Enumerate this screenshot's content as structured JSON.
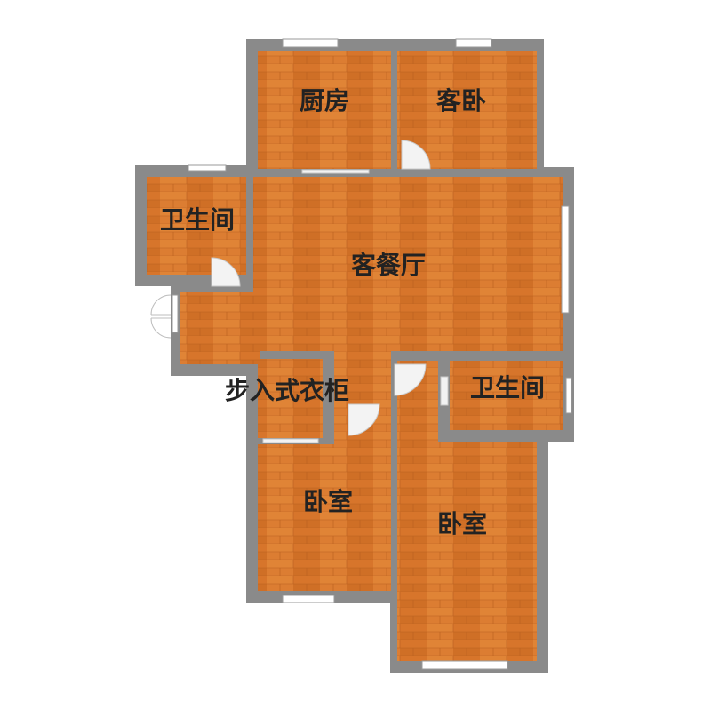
{
  "floorplan": {
    "rooms": [
      {
        "id": "kitchen",
        "label": "厨房"
      },
      {
        "id": "guest-bedroom",
        "label": "客卧"
      },
      {
        "id": "bathroom-left",
        "label": "卫生间"
      },
      {
        "id": "living-dining",
        "label": "客餐厅"
      },
      {
        "id": "walk-in-closet",
        "label": "步入式衣柜"
      },
      {
        "id": "bathroom-right",
        "label": "卫生间"
      },
      {
        "id": "bedroom-left",
        "label": "卧室"
      },
      {
        "id": "bedroom-right",
        "label": "卧室"
      }
    ],
    "colors": {
      "floor_base": "#d9782e",
      "floor_plank_a": "#e08436",
      "floor_plank_b": "#cf6f26",
      "wall": "#8a8a8a",
      "background": "#ffffff"
    }
  }
}
